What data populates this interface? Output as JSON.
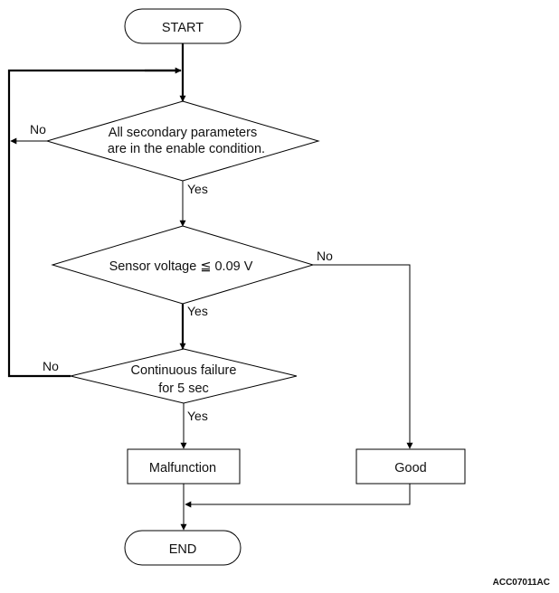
{
  "nodes": {
    "start": "START",
    "decision_params": [
      "All secondary parameters",
      "are in the enable condition."
    ],
    "decision_voltage": "Sensor voltage ≦ 0.09 V",
    "decision_failure": [
      "Continuous failure",
      "for 5 sec"
    ],
    "malfunction": "Malfunction",
    "good": "Good",
    "end": "END"
  },
  "branches": {
    "params_no": "No",
    "params_yes": "Yes",
    "voltage_no": "No",
    "voltage_yes": "Yes",
    "failure_no": "No",
    "failure_yes": "Yes"
  },
  "figure_code": "ACC07011AC"
}
